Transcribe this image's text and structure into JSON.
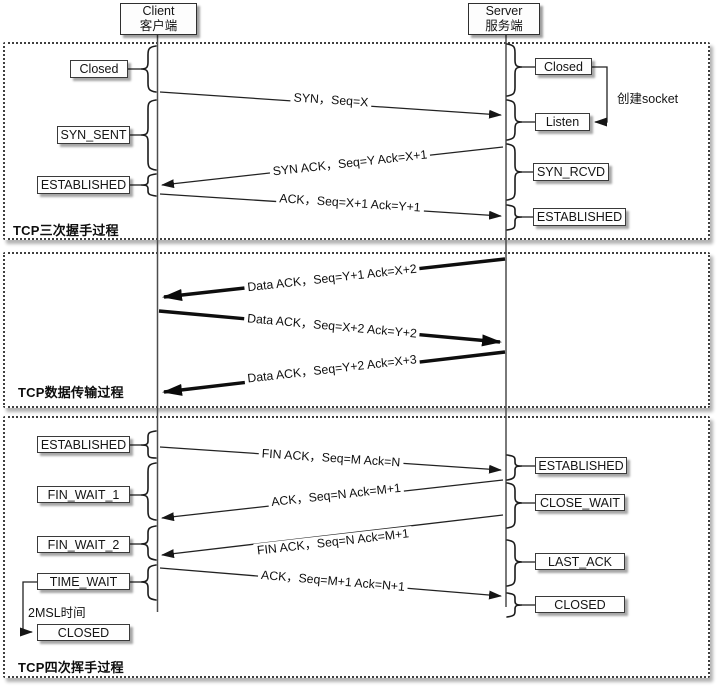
{
  "actors": {
    "client": {
      "name": "Client",
      "name_cn": "客户端"
    },
    "server": {
      "name": "Server",
      "name_cn": "服务端"
    }
  },
  "handshake": {
    "label": "TCP三次握手过程",
    "client_states": {
      "closed": "Closed",
      "syn_sent": "SYN_SENT",
      "established": "ESTABLISHED"
    },
    "server_states": {
      "closed": "Closed",
      "listen": "Listen",
      "syn_rcvd": "SYN_RCVD",
      "established": "ESTABLISHED"
    },
    "create_socket_note": "创建socket",
    "messages": [
      "SYN，Seq=X",
      "SYN ACK，Seq=Y Ack=X+1",
      "ACK，Seq=X+1 Ack=Y+1"
    ]
  },
  "transfer": {
    "label": "TCP数据传输过程",
    "messages": [
      "Data ACK，Seq=Y+1 Ack=X+2",
      "Data ACK，Seq=X+2 Ack=Y+2",
      "Data ACK，Seq=Y+2 Ack=X+3"
    ]
  },
  "teardown": {
    "label": "TCP四次挥手过程",
    "client_states": {
      "established": "ESTABLISHED",
      "fin_wait_1": "FIN_WAIT_1",
      "fin_wait_2": "FIN_WAIT_2",
      "time_wait": "TIME_WAIT",
      "closed": "CLOSED"
    },
    "server_states": {
      "established": "ESTABLISHED",
      "close_wait": "CLOSE_WAIT",
      "last_ack": "LAST_ACK",
      "closed": "CLOSED"
    },
    "msl_note": "2MSL时间",
    "messages": [
      "FIN ACK，Seq=M Ack=N",
      "ACK，Seq=N Ack=M+1",
      "FIN ACK，Seq=N Ack=M+1",
      "ACK，Seq=M+1 Ack=N+1"
    ]
  },
  "colors": {
    "line": "#3a3a3a",
    "bold_line": "#0e0e0e",
    "section_border": "#3f3f3f",
    "box_shadow": "#8f8f8f"
  }
}
